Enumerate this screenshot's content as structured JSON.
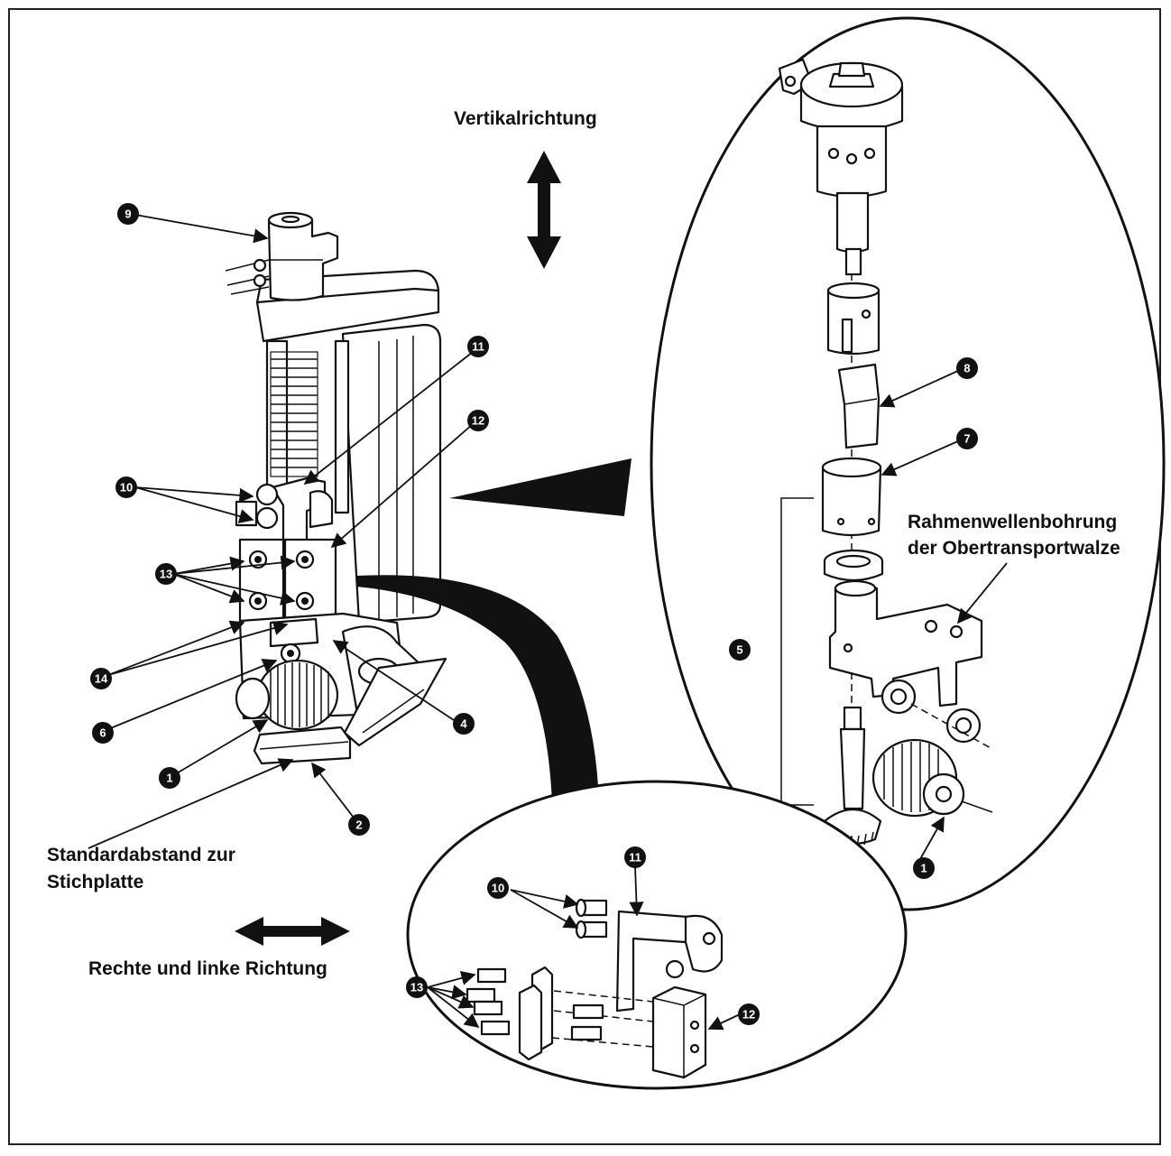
{
  "labels": {
    "vertical": "Vertikalrichtung",
    "horizontal": "Rechte und linke Richtung",
    "standard_line1": "Standardabstand zur",
    "standard_line2": "Stichplatte",
    "bore_line1": "Rahmenwellenbohrung",
    "bore_line2": "der Obertransportwalze"
  },
  "callouts": {
    "c1": "1",
    "c2": "2",
    "c4": "4",
    "c5": "5",
    "c6": "6",
    "c7": "7",
    "c8": "8",
    "c9": "9",
    "c10": "10",
    "c11": "11",
    "c12": "12",
    "c13": "13",
    "c14": "14",
    "c1b": "1",
    "c10b": "10",
    "c11b": "11",
    "c12b": "12",
    "c13b": "13"
  },
  "colors": {
    "ink": "#111111",
    "paper": "#ffffff"
  }
}
